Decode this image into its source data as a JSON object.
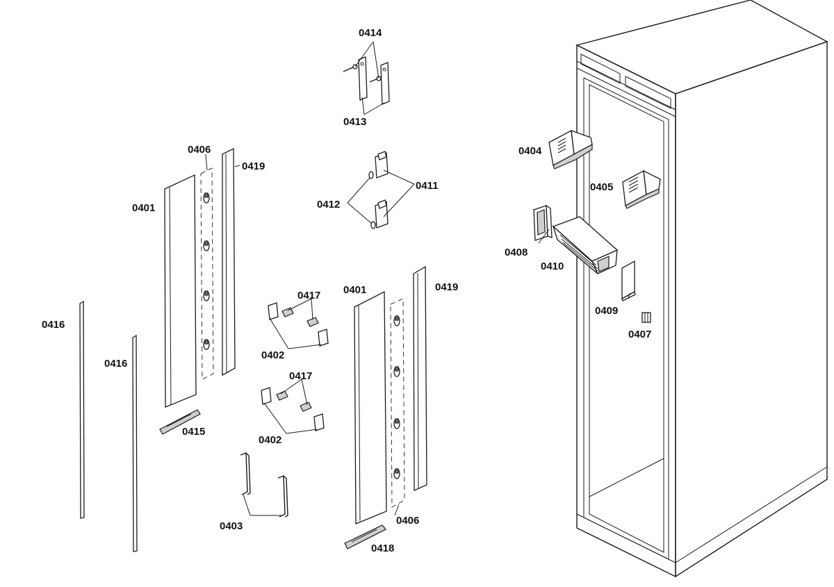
{
  "labels": {
    "l0414": "0414",
    "l0413": "0413",
    "l0406a": "0406",
    "l0419a": "0419",
    "l0401a": "0401",
    "l0411": "0411",
    "l0412": "0412",
    "l0404": "0404",
    "l0405": "0405",
    "l0408": "0408",
    "l0410": "0410",
    "l0409": "0409",
    "l0407": "0407",
    "l0416a": "0416",
    "l0416b": "0416",
    "l0417a": "0417",
    "l0402a": "0402",
    "l0417b": "0417",
    "l0402b": "0402",
    "l0415": "0415",
    "l0401b": "0401",
    "l0419b": "0419",
    "l0403": "0403",
    "l0406b": "0406",
    "l0418": "0418"
  }
}
